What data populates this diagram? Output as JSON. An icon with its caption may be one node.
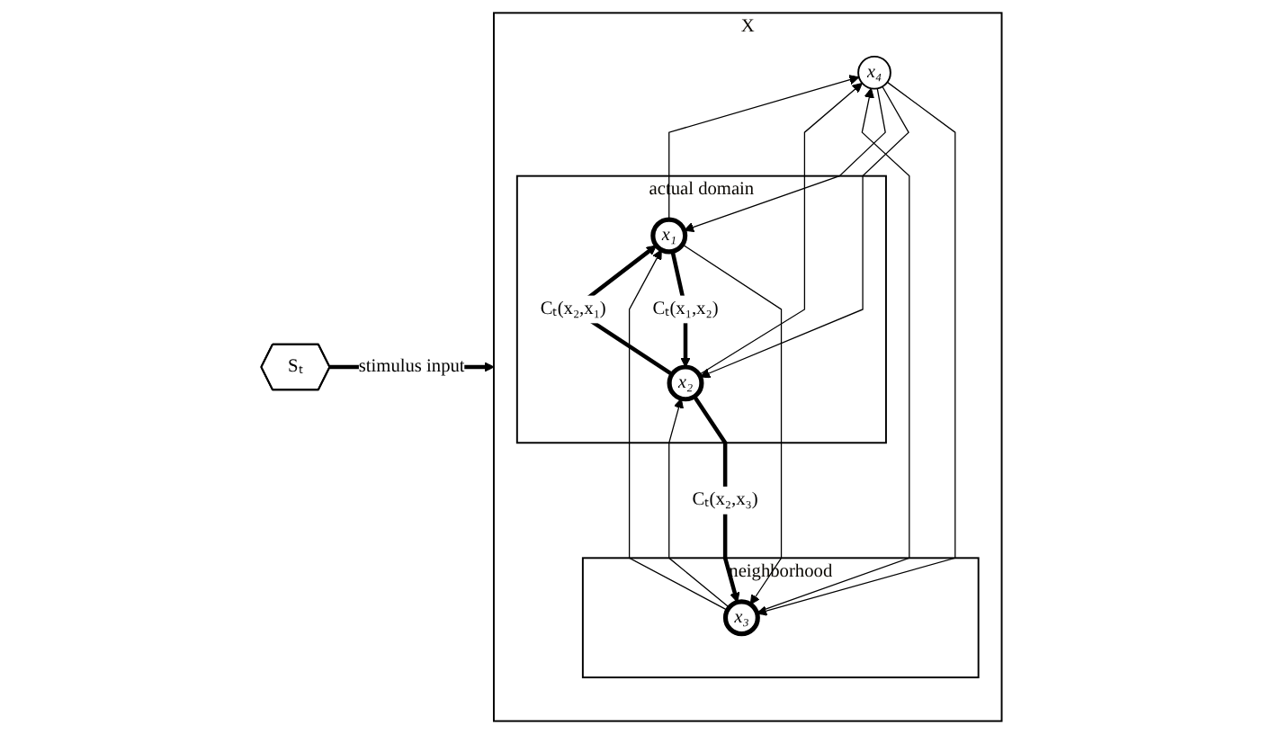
{
  "diagram": {
    "nodes": [
      {
        "text": [
          "Sₜ"
        ]
      },
      {
        "text": [
          "X"
        ]
      },
      {
        "text": [
          "actual domain"
        ],
        "in": 1
      },
      {
        "text": [
          "x₁"
        ],
        "in": 2
      },
      {
        "text": [
          "x₂"
        ],
        "in": 2
      },
      {
        "text": [
          "neighborhood"
        ],
        "in": 1
      },
      {
        "text": [
          "x₃"
        ],
        "in": 5
      },
      {
        "text": [
          "x₄"
        ],
        "in": 1
      }
    ],
    "edges": [
      {
        "from": 0,
        "to": 1,
        "arrow": "to",
        "label": "stimulus input",
        "style": "thick"
      },
      {
        "from": 3,
        "to": 4,
        "arrow": "to",
        "label": "Cₜ(x₁,x₂)",
        "style": "thick"
      },
      {
        "from": 4,
        "to": 3,
        "arrow": "to",
        "label": "Cₜ(x₂,x₁)",
        "style": "thick"
      },
      {
        "from": 4,
        "to": 6,
        "arrow": "to",
        "label": "Cₜ(x₂,x₃)",
        "style": "thick"
      },
      {
        "from": 6,
        "to": 4,
        "arrow": "to"
      },
      {
        "from": 3,
        "to": 7,
        "arrow": "to"
      },
      {
        "from": 7,
        "to": 3,
        "arrow": "to"
      },
      {
        "from": 3,
        "to": 6,
        "arrow": "to"
      },
      {
        "from": 6,
        "to": 3,
        "arrow": "to"
      },
      {
        "from": 4,
        "to": 7,
        "arrow": "to"
      },
      {
        "from": 7,
        "to": 4,
        "arrow": "to"
      },
      {
        "from": 6,
        "to": 7,
        "arrow": "to"
      },
      {
        "from": 7,
        "to": 6,
        "arrow": "to"
      }
    ]
  }
}
